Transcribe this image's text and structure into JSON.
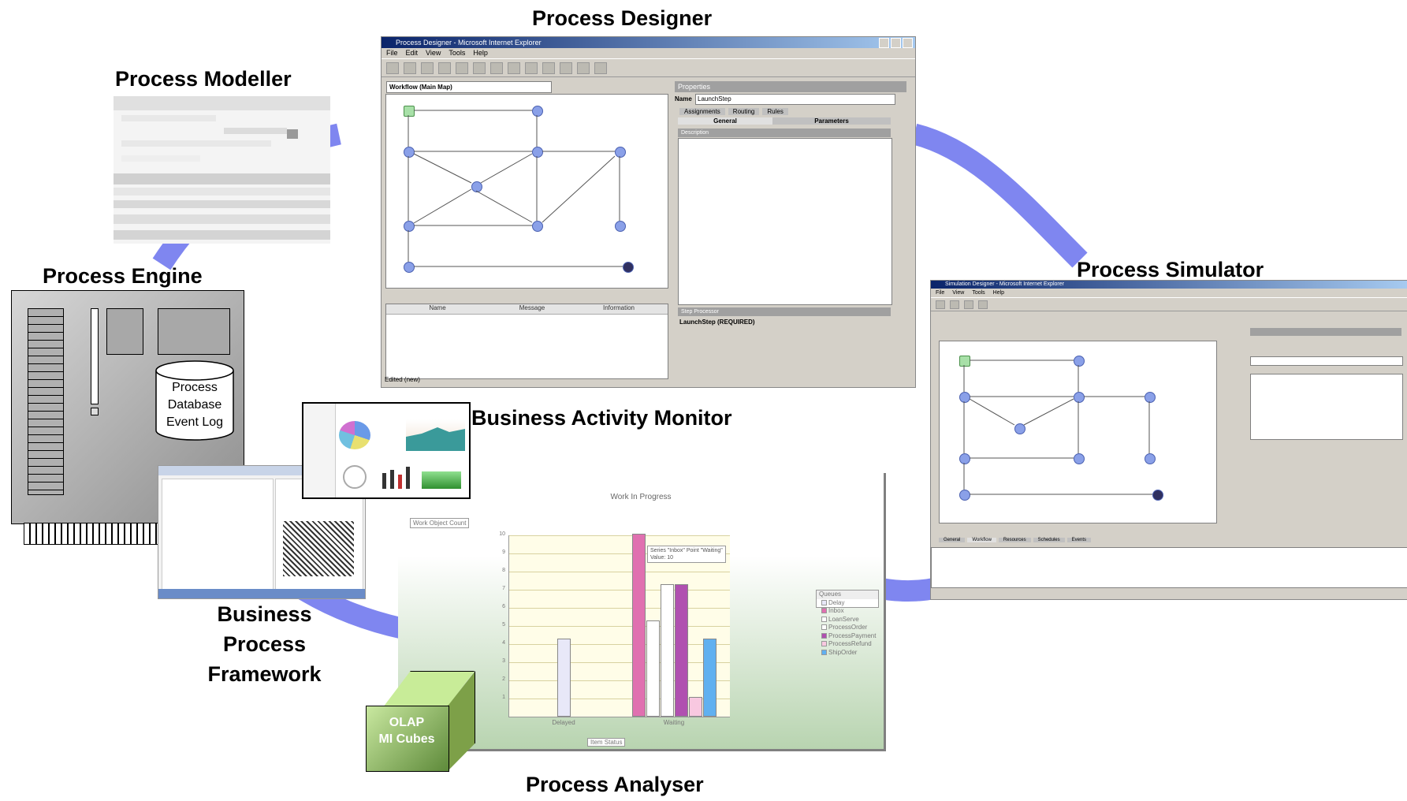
{
  "labels": {
    "process_designer": "Process Designer",
    "process_modeller": "Process Modeller",
    "process_engine": "Process Engine",
    "process_simulator": "Process Simulator",
    "business_activity_monitor": "Business Activity Monitor",
    "business_process_framework": [
      "Business",
      "Process",
      "Framework"
    ],
    "process_analyser": "Process Analyser"
  },
  "database": [
    "Process",
    "Database",
    "Event Log"
  ],
  "olap": [
    "OLAP",
    "MI Cubes"
  ],
  "designer_window": {
    "title": "Process Designer - Microsoft Internet Explorer",
    "menu": [
      "File",
      "Edit",
      "View",
      "Tools",
      "Help"
    ],
    "workflow_dropdown": "Workflow (Main Map)",
    "properties_header": "Properties",
    "name_label": "Name",
    "name_value": "LaunchStep",
    "tabs": [
      "Assignments",
      "Routing",
      "Rules",
      "General",
      "Parameters"
    ],
    "description_label": "Description",
    "grid_headers": [
      "Name",
      "Message",
      "Information"
    ],
    "step_processor_label": "Step Processor",
    "step_processor_value": "LaunchStep (REQUIRED)",
    "status": "Edited (new)"
  },
  "simulator_window": {
    "title": "Simulation Designer - Microsoft Internet Explorer",
    "menu": [
      "File",
      "View",
      "Tools",
      "Help"
    ],
    "tabs": [
      "General",
      "Workflow",
      "Resources",
      "Schedules",
      "Events"
    ]
  },
  "analyser_chart": {
    "title": "Work In Progress",
    "selector": "Work Object Count",
    "xaxis_selector": "Item Status",
    "tooltip": [
      "Series \"Inbox\" Point \"Waiting\"",
      "Value: 10"
    ]
  },
  "chart_data": {
    "type": "bar",
    "title": "Work In Progress",
    "categories": [
      "Delayed",
      "Waiting"
    ],
    "ylim": [
      0,
      10
    ],
    "yticks": [
      1,
      2,
      3,
      4,
      5,
      6,
      7,
      8,
      9,
      10
    ],
    "legend_title": "Queues",
    "series": [
      {
        "name": "Delay",
        "color": "#e8e8f8",
        "values": [
          4.2,
          0
        ]
      },
      {
        "name": "Inbox",
        "color": "#e070b0",
        "values": [
          0,
          10
        ]
      },
      {
        "name": "LoanServe",
        "color": "#ffffff",
        "values": [
          0,
          5.2
        ]
      },
      {
        "name": "ProcessOrder",
        "color": "#ffffff",
        "values": [
          0,
          7.2
        ]
      },
      {
        "name": "ProcessPayment",
        "color": "#b050b0",
        "values": [
          0,
          7.2
        ]
      },
      {
        "name": "ProcessRefund",
        "color": "#f8c8e0",
        "values": [
          0,
          1.0
        ]
      },
      {
        "name": "ShipOrder",
        "color": "#60b0f0",
        "values": [
          0,
          4.2
        ]
      }
    ]
  },
  "colors": {
    "ring": "#7f86f0"
  }
}
